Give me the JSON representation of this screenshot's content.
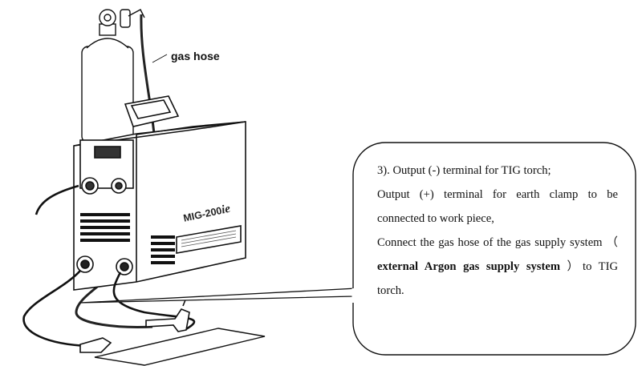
{
  "labels": {
    "gas_hose": "gas hose"
  },
  "machine": {
    "model_main": "MIG-200",
    "model_suffix": "ie"
  },
  "callout": {
    "line1": "3). Output (-) terminal for TIG torch;",
    "line2": "Output (+) terminal for earth clamp to be connected to work piece,",
    "line3_pre": "Connect the gas hose of the gas supply system （",
    "line3_bold": "external Argon gas supply system",
    "line3_post": "）to TIG torch."
  }
}
